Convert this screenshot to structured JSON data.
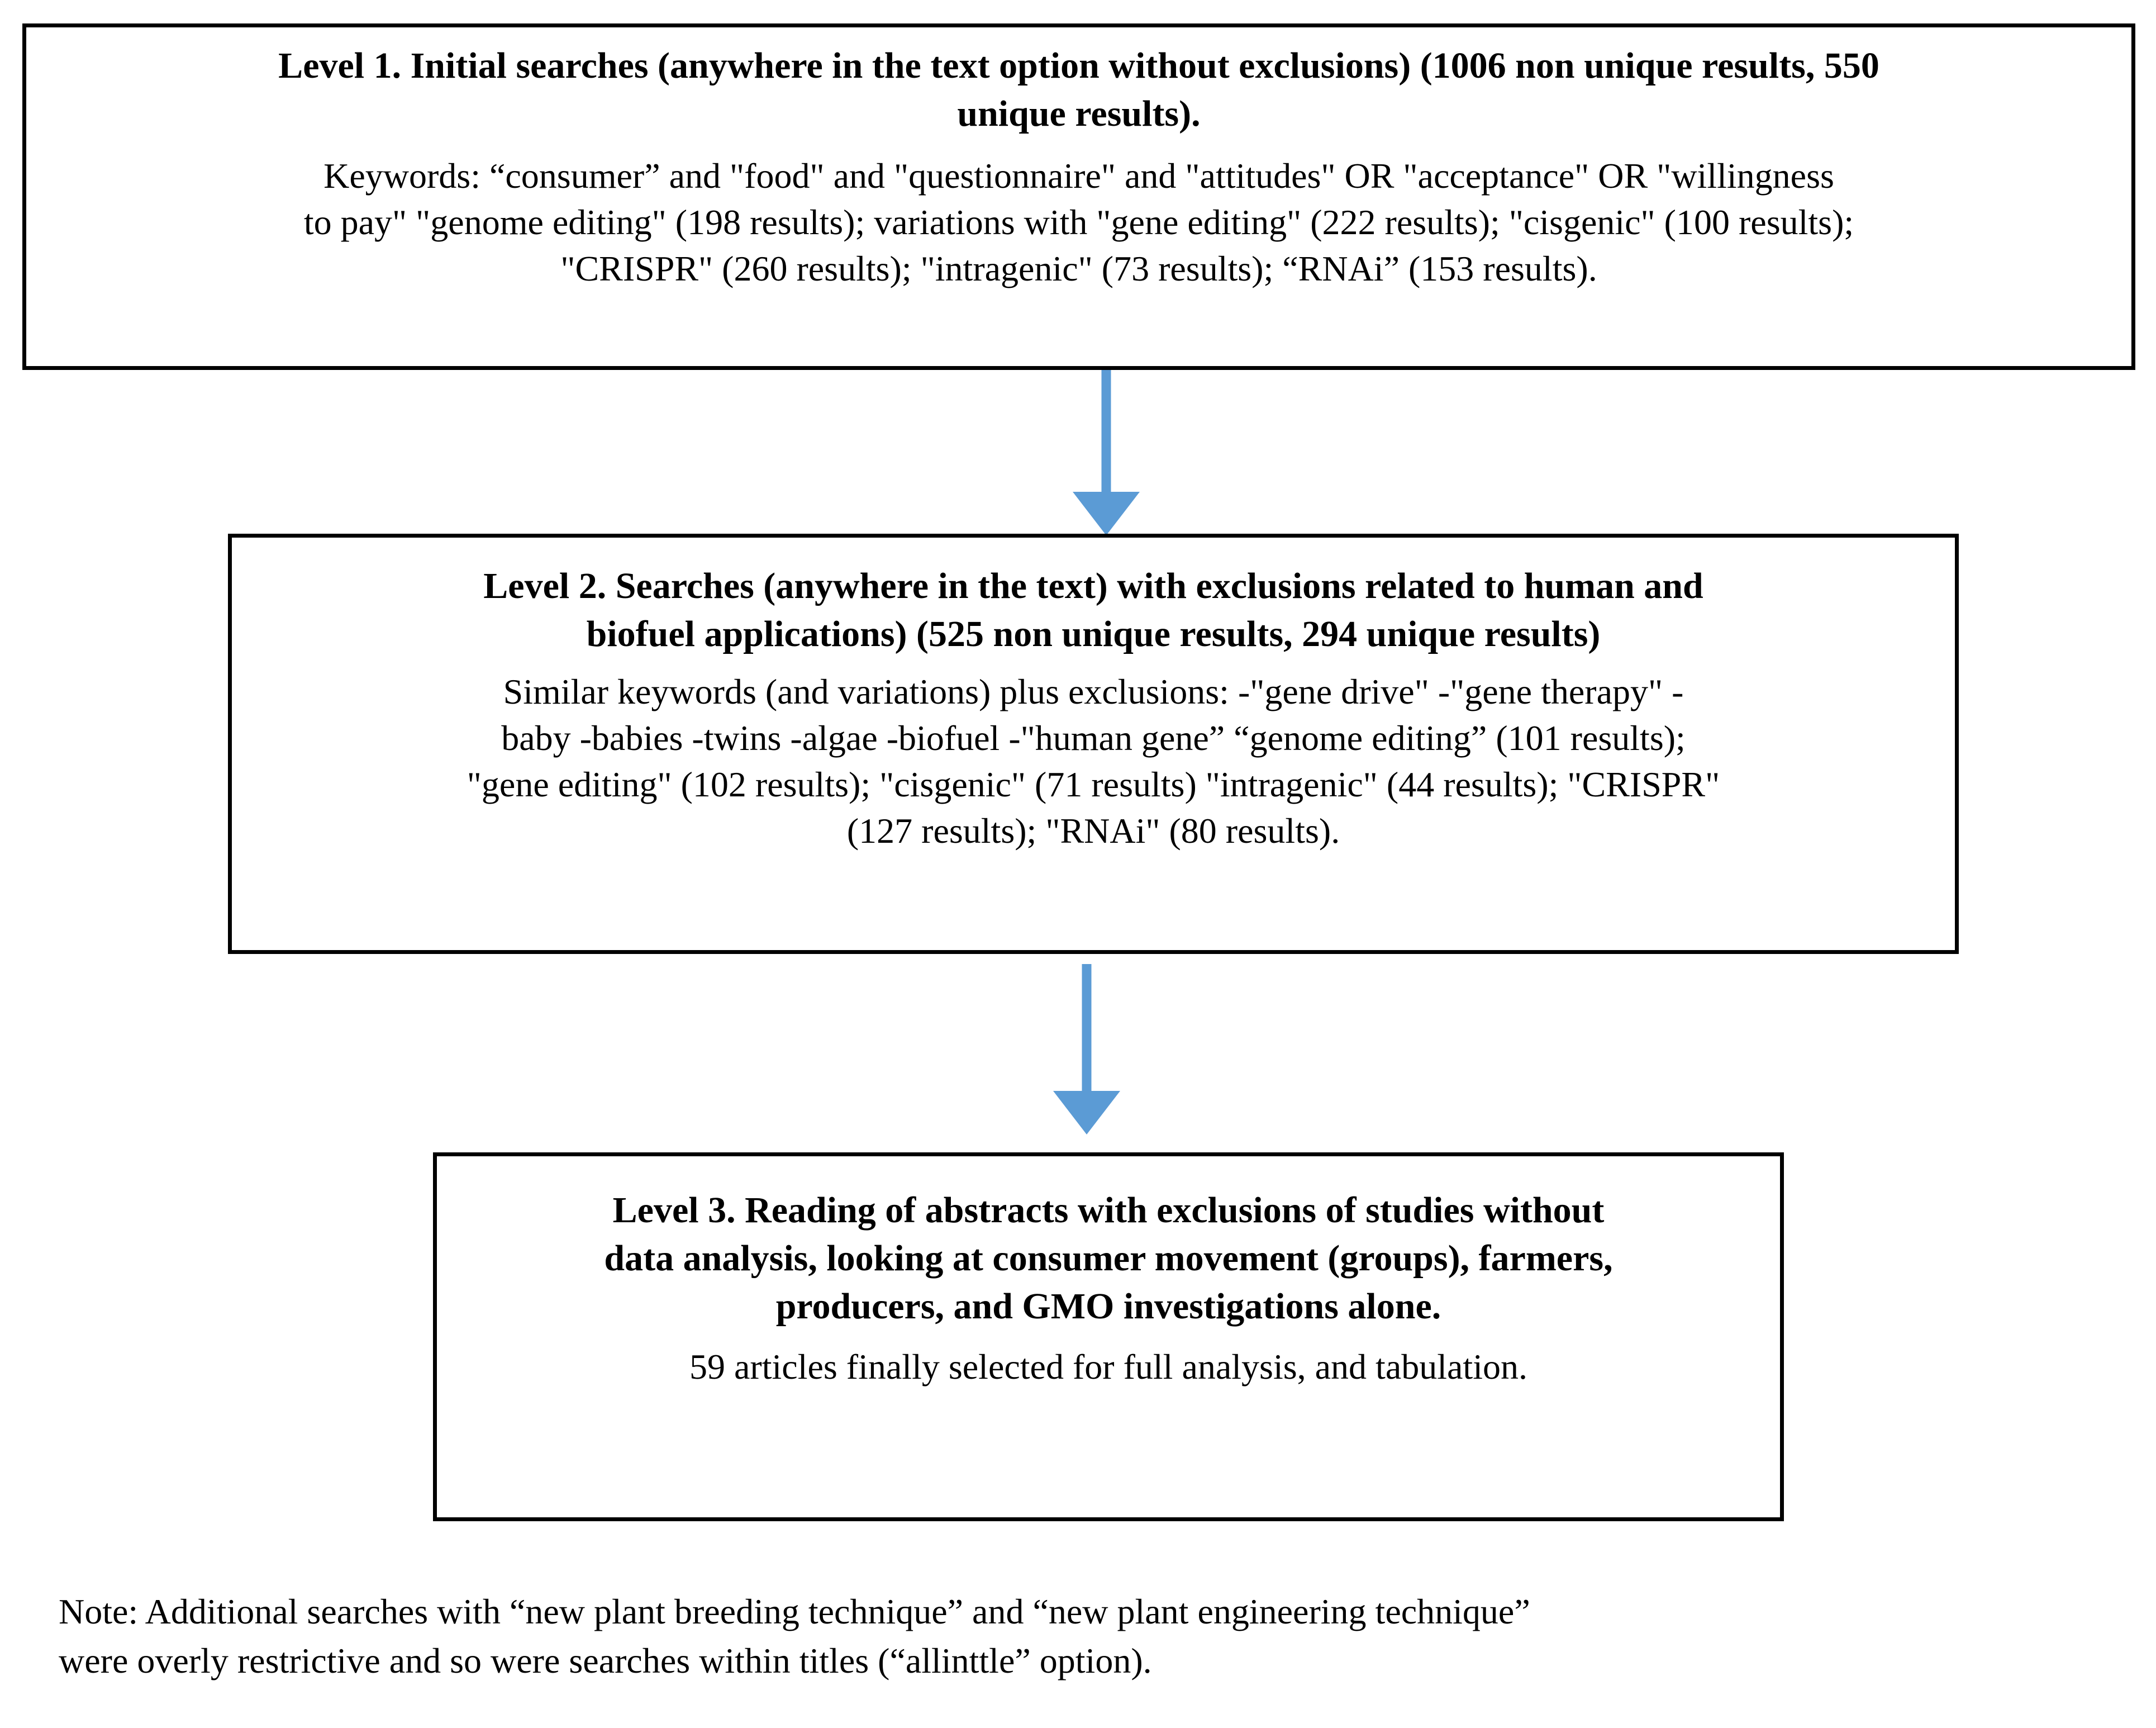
{
  "diagram": {
    "colors": {
      "arrow": "#5B9BD5",
      "box_border": "#000000",
      "text": "#000000",
      "background": "#ffffff"
    },
    "boxes": [
      {
        "id": "level-1",
        "title_lines": [
          "Level 1. Initial searches (anywhere in the text option without exclusions) (1006 non unique results, 550",
          "unique results)."
        ],
        "title": "Level 1. Initial searches (anywhere in the text option without exclusions) (1006 non unique results, 550 unique results).",
        "body_lines": [
          " Keywords: “consumer” and \"food\" and \"questionnaire\" and \"attitudes\" OR \"acceptance\" OR \"willingness",
          "to pay\" \"genome editing\" (198 results); variations with \"gene editing\" (222 results); \"cisgenic\" (100 results);",
          "\"CRISPR\" (260 results); \"intragenic\" (73 results); “RNAi” (153 results)."
        ],
        "body": " Keywords: “consumer” and \"food\" and \"questionnaire\" and \"attitudes\" OR \"acceptance\" OR \"willingness to pay\" \"genome editing\" (198 results); variations with \"gene editing\" (222 results); \"cisgenic\" (100 results); \"CRISPR\" (260 results); \"intragenic\" (73 results); “RNAi” (153 results).",
        "counts": {
          "non_unique_results": 1006,
          "unique_results": 550,
          "genome_editing": 198,
          "gene_editing": 222,
          "cisgenic": 100,
          "CRISPR": 260,
          "intragenic": 73,
          "RNAi": 153
        }
      },
      {
        "id": "level-2",
        "title_lines": [
          "Level 2. Searches (anywhere in the text) with exclusions related to human and",
          "biofuel applications) (525 non unique results, 294 unique results)"
        ],
        "title": "Level 2. Searches (anywhere in the text) with exclusions related to human and biofuel applications) (525 non unique results, 294 unique results)",
        "body_lines": [
          "Similar keywords (and variations) plus exclusions: -\"gene drive\" -\"gene therapy\" -",
          "baby -babies -twins -algae -biofuel -\"human gene” “genome editing” (101 results);",
          "\"gene editing\" (102 results); \"cisgenic\" (71 results) \"intragenic\" (44 results); \"CRISPR\"",
          "(127 results); \"RNAi\" (80 results)."
        ],
        "body": "Similar keywords (and variations) plus exclusions: -\"gene drive\" -\"gene therapy\" -baby -babies -twins -algae -biofuel -\"human gene” “genome editing” (101 results); \"gene editing\" (102 results); \"cisgenic\" (71 results) \"intragenic\" (44 results); \"CRISPR\" (127 results); \"RNAi\" (80 results).",
        "counts": {
          "non_unique_results": 525,
          "unique_results": 294,
          "genome_editing": 101,
          "gene_editing": 102,
          "cisgenic": 71,
          "intragenic": 44,
          "CRISPR": 127,
          "RNAi": 80
        }
      },
      {
        "id": "level-3",
        "title_lines": [
          "Level 3. Reading of abstracts with exclusions of studies without",
          "data analysis, looking at consumer movement (groups), farmers,",
          "producers, and GMO investigations alone."
        ],
        "title": "Level 3. Reading of abstracts with exclusions of studies without data analysis, looking at consumer movement (groups), farmers, producers, and GMO investigations alone.",
        "body_lines": [
          "59 articles finally selected for full analysis, and tabulation."
        ],
        "body": "59 articles finally selected for full analysis, and tabulation.",
        "counts": {
          "articles_selected": 59
        }
      }
    ],
    "arrows": [
      {
        "id": "arrow-1",
        "from": "level-1",
        "to": "level-2",
        "direction": "down"
      },
      {
        "id": "arrow-2",
        "from": "level-2",
        "to": "level-3",
        "direction": "down"
      }
    ],
    "note": {
      "lines": [
        "Note: Additional searches with “new plant breeding technique” and “new plant engineering technique”",
        "were overly restrictive and so were searches within titles (“allinttle” option)."
      ],
      "text": "Note: Additional searches with “new plant breeding technique” and “new plant engineering technique” were overly restrictive and so were searches within titles (“allinttle” option)."
    }
  }
}
